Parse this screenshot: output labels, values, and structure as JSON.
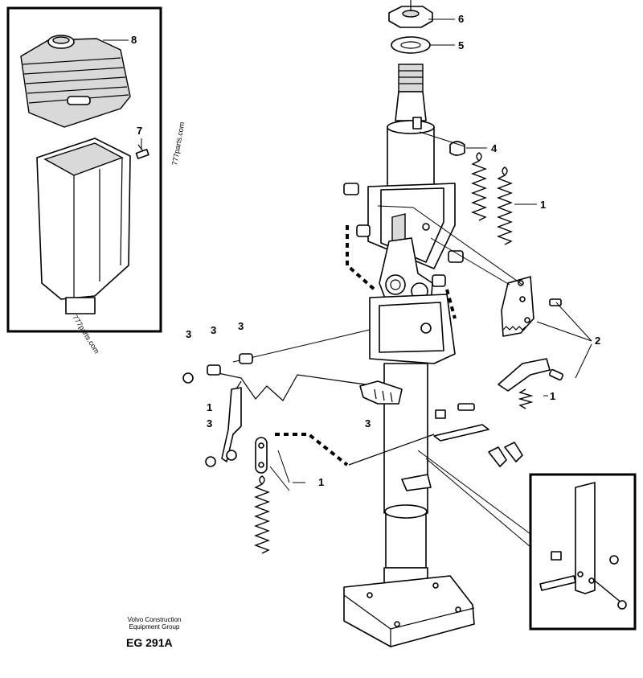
{
  "callouts": {
    "c6": "6",
    "c5": "5",
    "c8": "8",
    "c7": "7",
    "c4": "4",
    "c1a": "1",
    "c2": "2",
    "c1b": "1",
    "c3a": "3",
    "c3b": "3",
    "c3c": "3",
    "c1c": "1",
    "c3d": "3",
    "c3e": "3",
    "c1d": "1"
  },
  "watermarks": {
    "wm1": "777parts.com",
    "wm2": "777parts.com"
  },
  "footer": {
    "line1": "Volvo Construction",
    "line2": "Equipment Group",
    "code": "EG 291A"
  }
}
